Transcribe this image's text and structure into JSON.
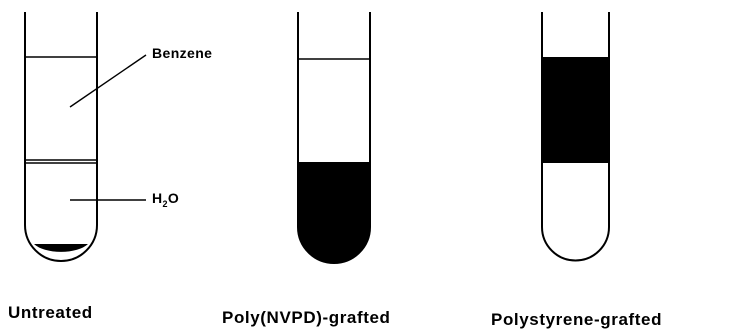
{
  "labels": {
    "benzene": "Benzene",
    "water_main": "H",
    "water_sub": "2",
    "water_tail": "O"
  },
  "tubes": [
    {
      "caption": "Untreated"
    },
    {
      "caption": "Poly(NVPD)-grafted"
    },
    {
      "caption": "Polystyrene-grafted"
    }
  ]
}
